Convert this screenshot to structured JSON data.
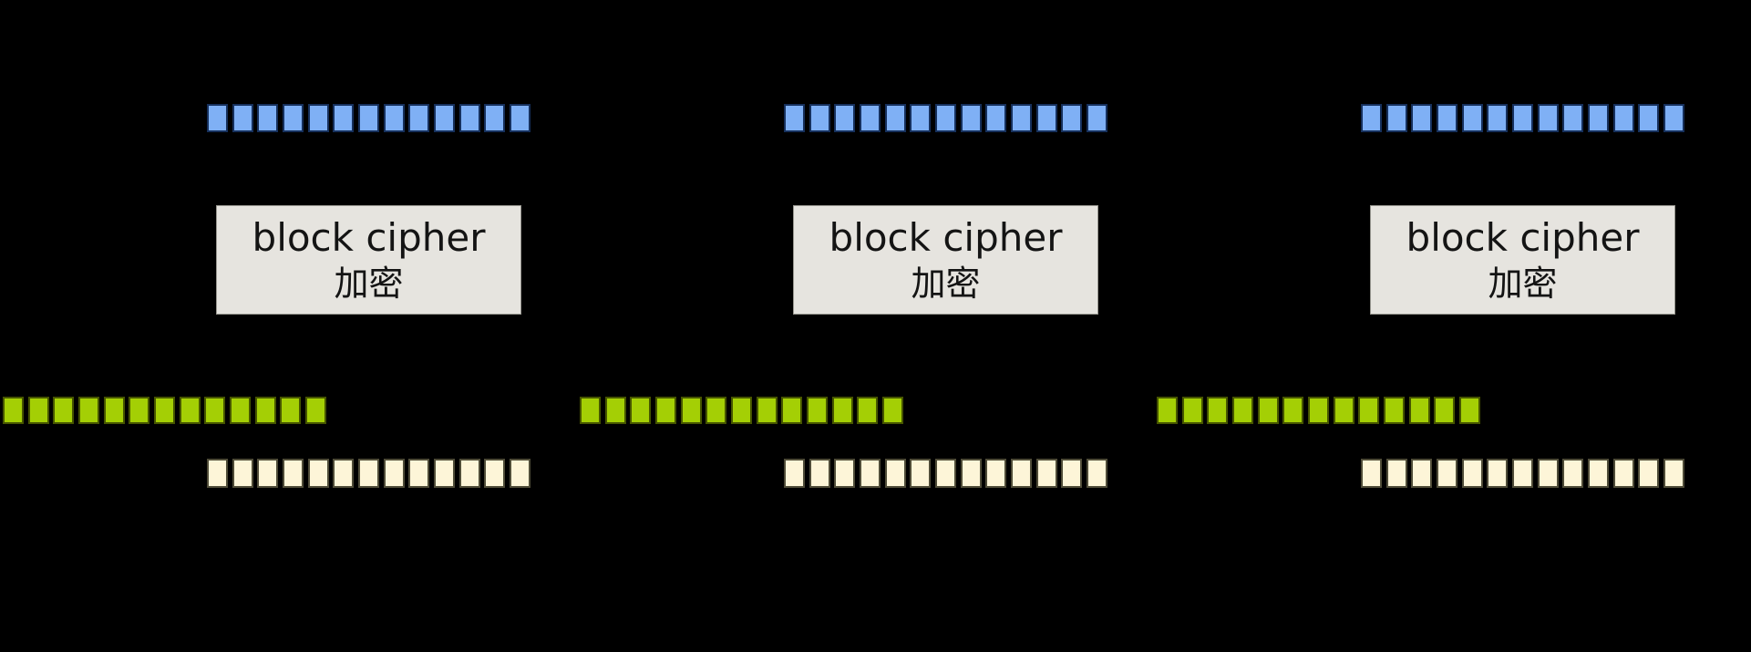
{
  "diagram": {
    "column_count": 3,
    "box": {
      "line1": "block cipher",
      "line2": "加密"
    },
    "rows": {
      "input": {
        "count": 13,
        "fill": "#7fb0f5",
        "border": "#16305c"
      },
      "keystream": {
        "count": 13,
        "fill": "#a4cf05",
        "border": "#465500"
      },
      "message": {
        "count": 13,
        "fill": "#fdf5d8",
        "border": "#4f4c38"
      }
    },
    "colors": {
      "background": "#000000",
      "box_fill": "#e6e4df",
      "box_border": "#97968f",
      "box_text": "#141414"
    }
  }
}
